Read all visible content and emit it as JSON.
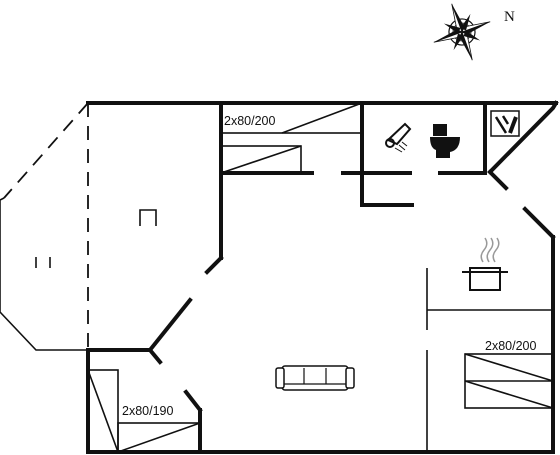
{
  "compass": {
    "north_label": "N"
  },
  "beds": {
    "top": "2x80/200",
    "right": "2x80/200",
    "bottom_left": "2x80/190"
  },
  "icons": [
    "compass-rose-icon",
    "shower-icon",
    "toilet-icon",
    "washing-machine-icon",
    "cooking-pot-icon",
    "sofa-icon",
    "fireplace-icon",
    "window-icon"
  ]
}
